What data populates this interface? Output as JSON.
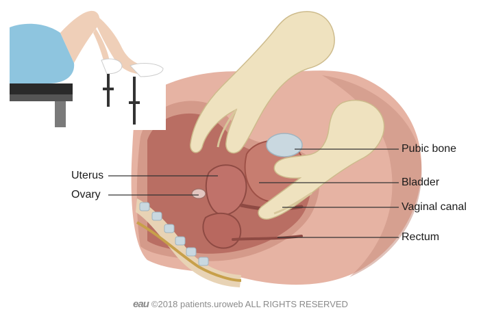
{
  "labels": {
    "pubic_bone": "Pubic bone",
    "bladder": "Bladder",
    "vaginal_canal": "Vaginal canal",
    "rectum": "Rectum",
    "uterus": "Uterus",
    "ovary": "Ovary"
  },
  "footer": {
    "brand": "eau",
    "copyright": "©2018 patients.uroweb ALL RIGHTS RESERVED"
  },
  "colors": {
    "skin": "#e6b3a3",
    "skin_dark": "#c98f82",
    "tissue": "#b96e63",
    "glove": "#efe2bf",
    "glove_shade": "#d8c79b",
    "gown": "#8ec5df",
    "bone": "#c9d8e0",
    "table": "#2a2a2a"
  }
}
